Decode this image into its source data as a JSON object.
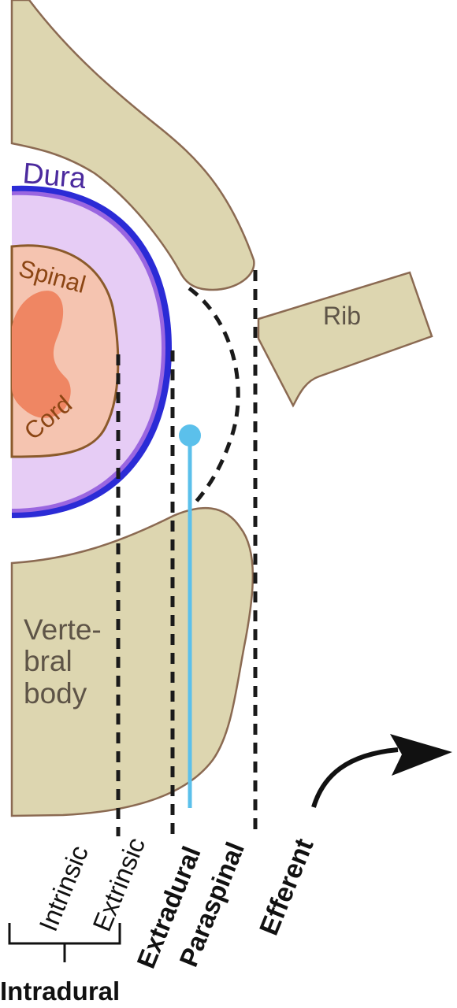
{
  "labels": {
    "dura": "Dura",
    "spinal": "Spinal",
    "cord": "Cord",
    "rib": "Rib",
    "vertebral_line1": "Verte-",
    "vertebral_line2": "bral",
    "vertebral_line3": "body",
    "intrinsic": "Intrinsic",
    "extrinsic": "Extrinsic",
    "extradural": "Extradural",
    "paraspinal": "Paraspinal",
    "efferent": "Efferent",
    "intradural": "Intradural"
  },
  "colors": {
    "bone_fill": "#ddd6b0",
    "bone_stroke": "#8b6a52",
    "dura_blue": "#2b2bd6",
    "dura_inner": "#9a66e0",
    "csf_fill": "#e6ccf5",
    "cord_fill": "#f5c4b0",
    "cord_stroke": "#8b5a2b",
    "gray_matter": "#ef8663",
    "needle_blue": "#5bc0eb",
    "dashed_line": "#1a1a1a"
  }
}
